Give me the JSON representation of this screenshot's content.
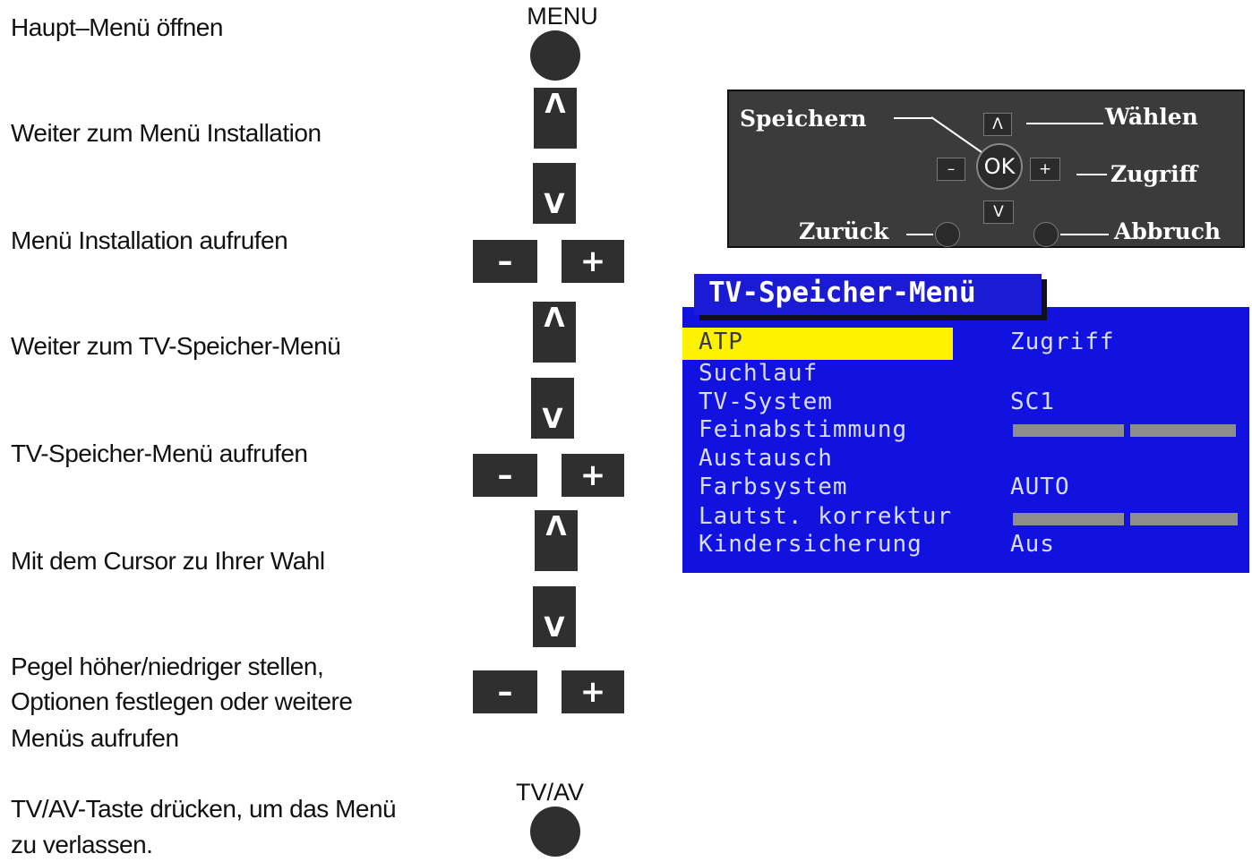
{
  "steps": [
    "Haupt–Menü öffnen",
    "Weiter zum Menü Installation",
    "Menü Installation aufrufen",
    "Weiter zum TV-Speicher-Menü",
    "TV-Speicher-Menü aufrufen",
    "Mit dem Cursor zu Ihrer Wahl",
    "Pegel höher/niedriger stellen,",
    "Optionen festlegen oder weitere",
    "Menüs aufrufen",
    "TV/AV-Taste drücken, um das Menü",
    "zu verlassen."
  ],
  "buttons": {
    "menu_label": "MENU",
    "tvav_label": "TV/AV",
    "up_symbol": "Λ",
    "down_symbol": "V",
    "minus_symbol": "–",
    "plus_symbol": "+"
  },
  "remote": {
    "speichern": "Speichern",
    "waehlen": "Wählen",
    "zugriff": "Zugriff",
    "zurueck": "Zurück",
    "abbruch": "Abbruch",
    "ok": "OK",
    "up": "Λ",
    "down": "V",
    "minus": "–",
    "plus": "+"
  },
  "tv_menu": {
    "title": "TV-Speicher-Menü",
    "rows": [
      {
        "name": "ATP",
        "value": "Zugriff"
      },
      {
        "name": "Suchlauf",
        "value": ""
      },
      {
        "name": "TV-System",
        "value": "SC1"
      },
      {
        "name": "Feinabstimmung",
        "value": ""
      },
      {
        "name": "Austausch",
        "value": ""
      },
      {
        "name": "Farbsystem",
        "value": "AUTO"
      },
      {
        "name": "Lautst. korrektur",
        "value": ""
      },
      {
        "name": "Kindersicherung",
        "value": "Aus"
      }
    ]
  },
  "colors": {
    "menu_blue": "#1212e0",
    "highlight": "#fff200",
    "button_dark": "#2f2f2f"
  }
}
